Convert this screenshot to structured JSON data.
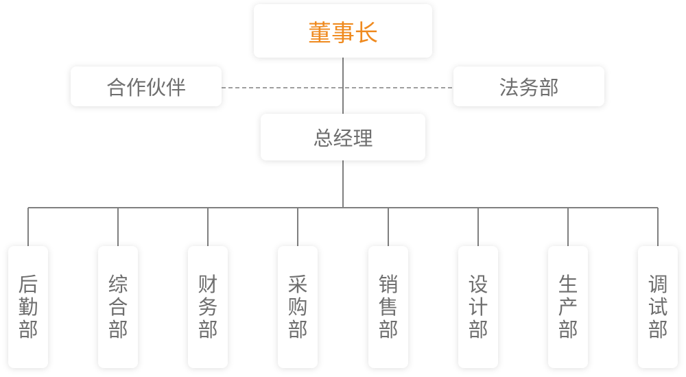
{
  "chart": {
    "chairman": "董事长",
    "partner": "合作伙伴",
    "legal": "法务部",
    "general_manager": "总经理",
    "departments": [
      "后勤部",
      "综合部",
      "财务部",
      "采购部",
      "销售部",
      "设计部",
      "生产部",
      "调试部"
    ]
  },
  "colors": {
    "accent": "#ef8a1f",
    "text": "#6e6e6e",
    "line": "#7f7f7f"
  }
}
